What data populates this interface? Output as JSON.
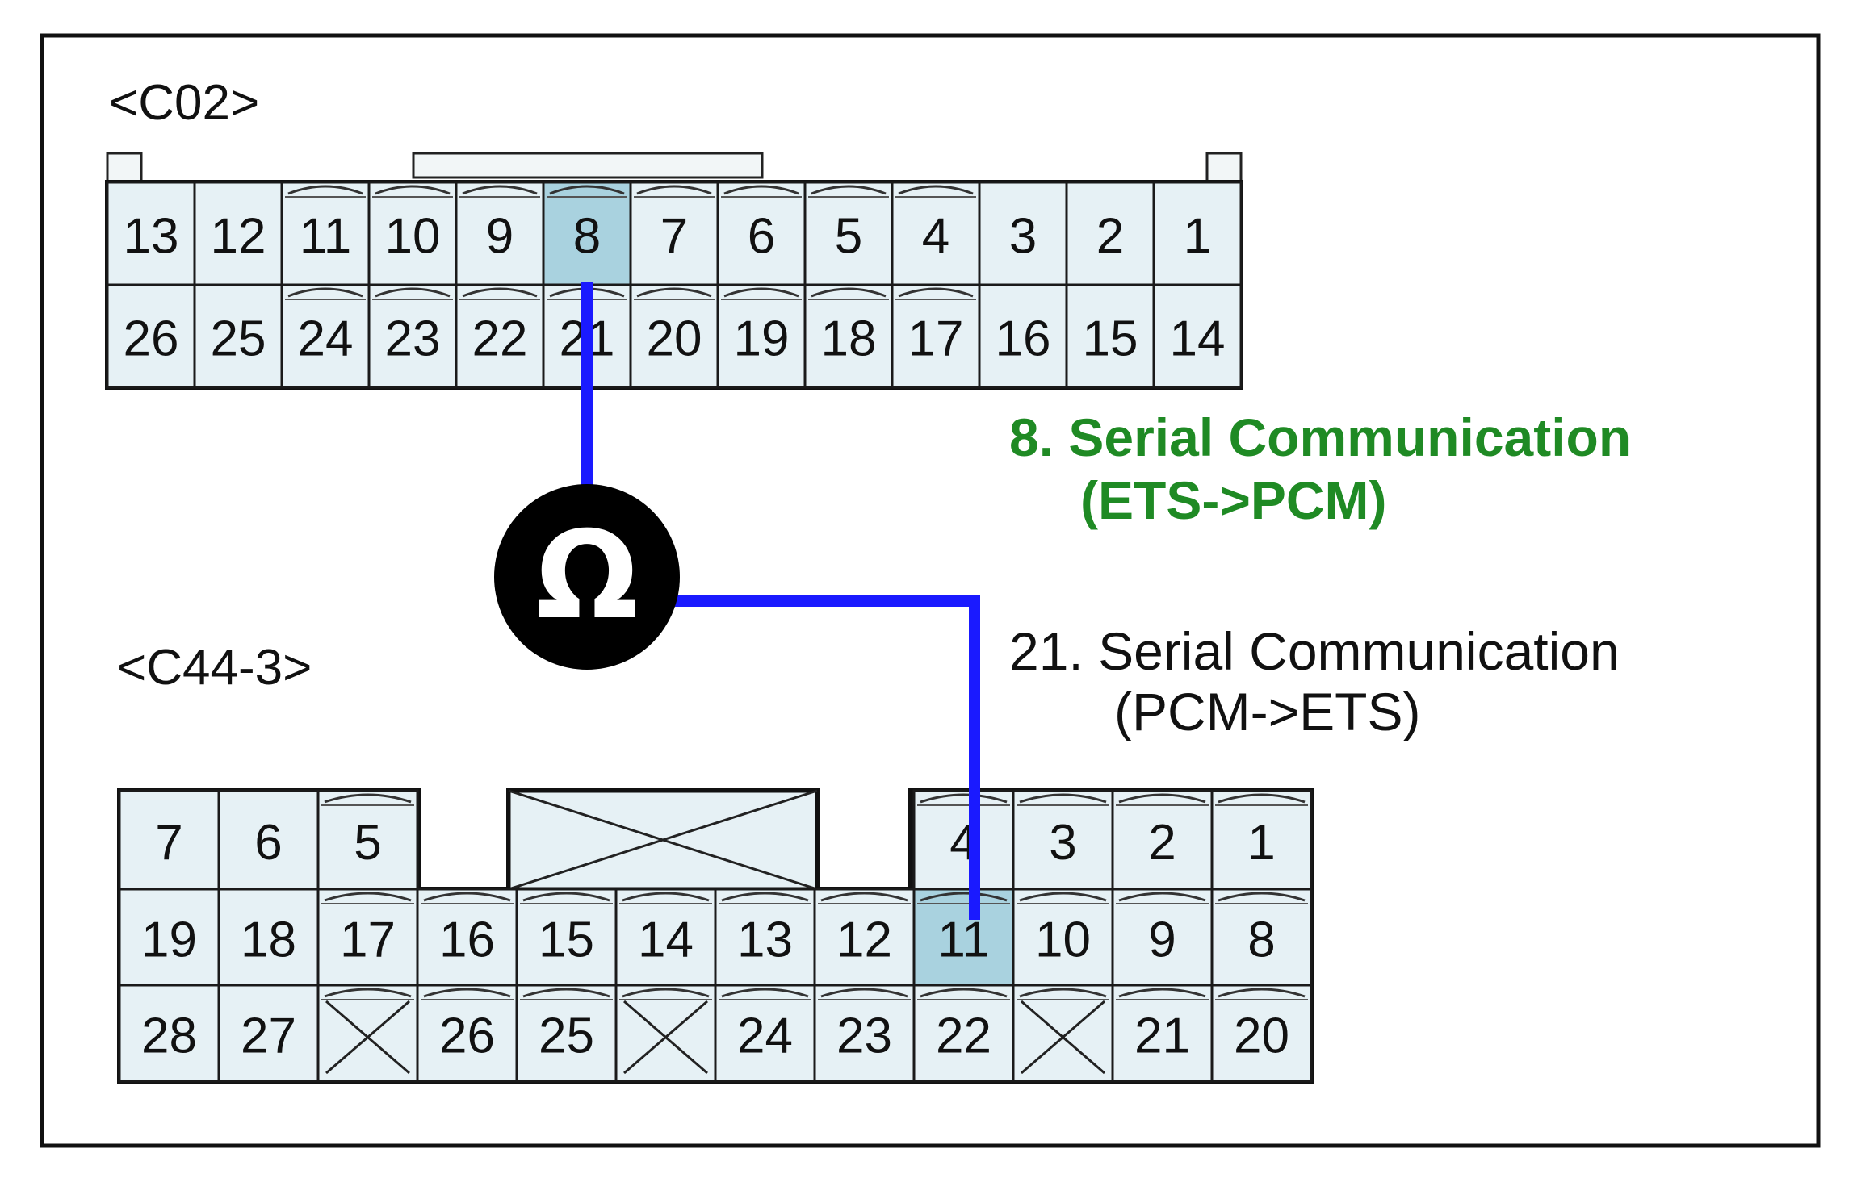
{
  "connectors": {
    "c02": {
      "label": "<C02>",
      "top_row": [
        "13",
        "12",
        "11",
        "10",
        "9",
        "8",
        "7",
        "6",
        "5",
        "4",
        "3",
        "2",
        "1"
      ],
      "bottom_row": [
        "26",
        "25",
        "24",
        "23",
        "22",
        "21",
        "20",
        "19",
        "18",
        "17",
        "16",
        "15",
        "14"
      ],
      "highlighted_pin": "8"
    },
    "c44": {
      "label": "<C44-3>",
      "top_left": [
        "7",
        "6",
        "5"
      ],
      "top_right": [
        "4",
        "3",
        "2",
        "1"
      ],
      "middle_row": [
        "19",
        "18",
        "17",
        "16",
        "15",
        "14",
        "13",
        "12",
        "11",
        "10",
        "9",
        "8"
      ],
      "bottom_row": [
        "28",
        "27",
        "",
        "26",
        "25",
        "",
        "24",
        "23",
        "22",
        "",
        "21",
        "20"
      ],
      "highlighted_pin": "11"
    }
  },
  "meter": {
    "symbol": "Ω",
    "icon": "ohmmeter-icon"
  },
  "notes": {
    "pin8": {
      "line1": "8. Serial Communication",
      "line2": "(ETS->PCM)",
      "color": "#1f8a24"
    },
    "pin21": {
      "line1": "21. Serial Communication",
      "line2": "(PCM->ETS)",
      "color": "#111111"
    }
  },
  "colors": {
    "cell_fill": "#e6f1f5",
    "cell_highlight": "#a9d2df",
    "wire": "#1a1aff",
    "frame": "#111111"
  }
}
